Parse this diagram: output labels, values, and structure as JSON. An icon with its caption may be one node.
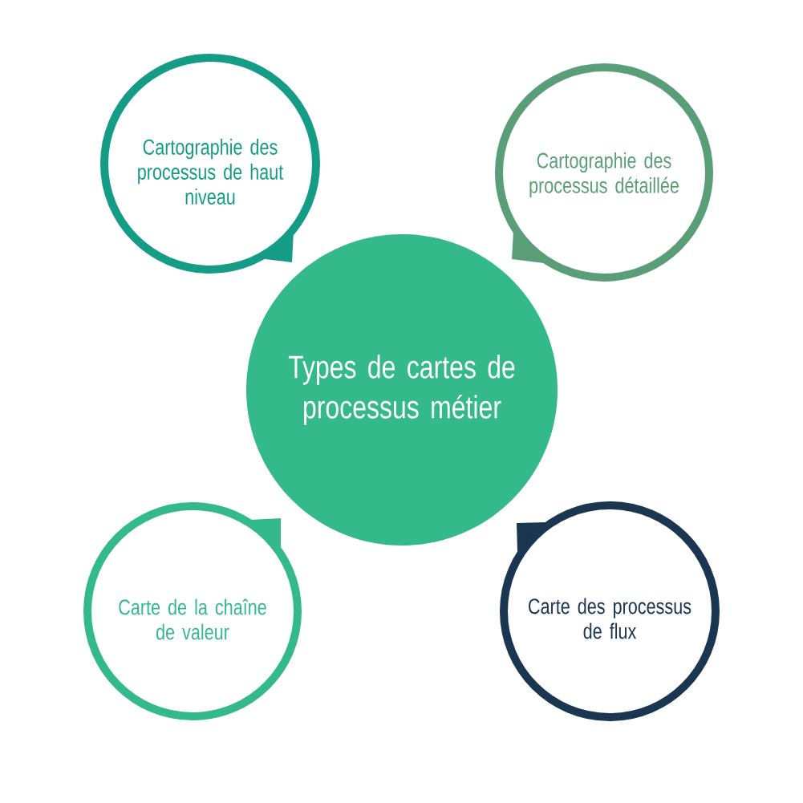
{
  "diagram": {
    "nodes": [
      {
        "text": [
          "Cartographie des processus de haut niveau"
        ]
      },
      {
        "text": [
          "Cartographie des processus détaillée"
        ]
      },
      {
        "text": [
          "Types de cartes de processus métier"
        ]
      },
      {
        "text": [
          "Carte de la chaîne de valeur"
        ]
      },
      {
        "text": [
          "Carte des processus de flux"
        ]
      }
    ]
  }
}
